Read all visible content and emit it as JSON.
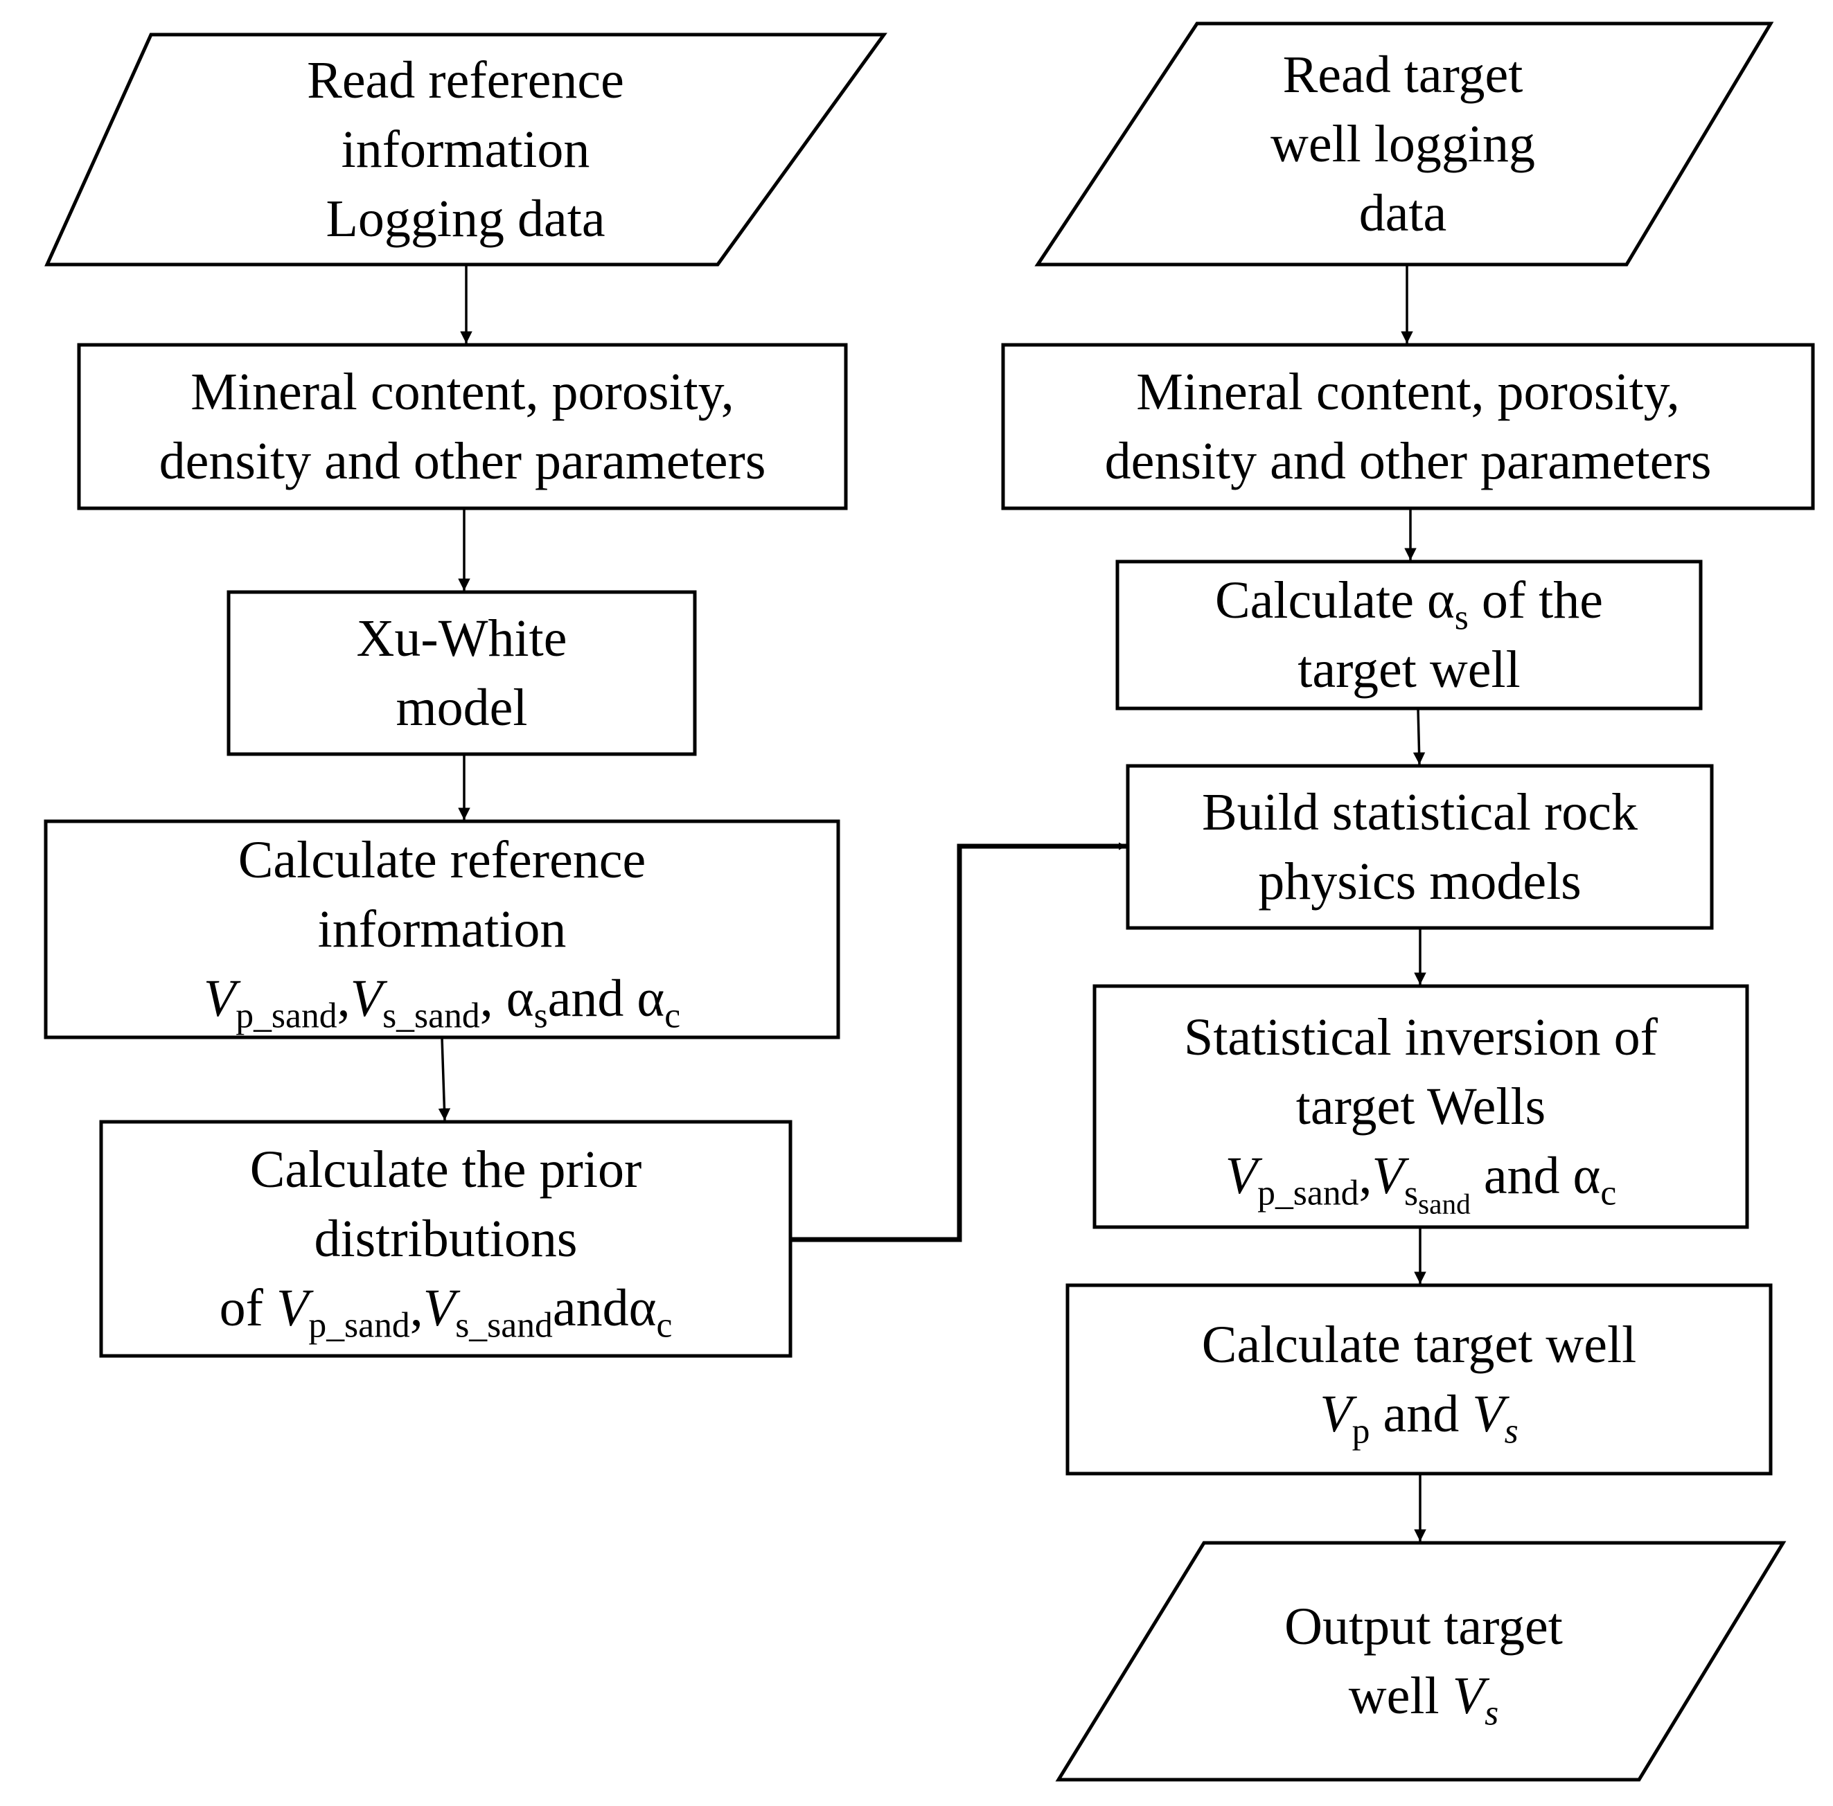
{
  "left_column": {
    "read_reference": {
      "lines": [
        "Read reference",
        "information",
        "Logging data"
      ]
    },
    "mineral_params": {
      "lines": [
        "Mineral content, porosity,",
        "density and other parameters"
      ]
    },
    "xu_white": {
      "lines": [
        "Xu-White",
        "model"
      ]
    },
    "calc_reference": {
      "lines": [
        "Calculate reference",
        "information"
      ],
      "math": {
        "v": "V",
        "p_sand": "p_sand",
        "sep": ",",
        "s_sand": "s_sand",
        "alpha": "α",
        "s": "s",
        "and": "and",
        "c": "c"
      }
    },
    "prior_distributions": {
      "lines": [
        "Calculate the prior",
        "distributions"
      ],
      "math": {
        "of": "of",
        "v": "V",
        "p_sand": "p_sand",
        "sep": ",",
        "s_sand": "s_sand",
        "and": "and",
        "alpha": "α",
        "c": "c"
      }
    }
  },
  "right_column": {
    "read_target": {
      "lines": [
        "Read target",
        "well logging",
        "data"
      ]
    },
    "mineral_params": {
      "lines": [
        "Mineral content, porosity,",
        "density and other parameters"
      ]
    },
    "calc_alpha_s": {
      "pre": "Calculate",
      "alpha": "α",
      "s": "s",
      "post": "of the",
      "line2": "target well"
    },
    "build_models": {
      "lines": [
        "Build statistical rock",
        "physics models"
      ]
    },
    "statistical_inversion": {
      "lines": [
        "Statistical inversion of",
        "target Wells"
      ],
      "math": {
        "v": "V",
        "p_sand": "p_sand",
        "sep": ",",
        "s": "s",
        "sand": "sand",
        "and": "and",
        "alpha": "α",
        "c": "c"
      }
    },
    "calc_target_well": {
      "line1": "Calculate target well",
      "math": {
        "v": "V",
        "p": "p",
        "and": "and",
        "s": "s"
      }
    },
    "output": {
      "line1": "Output target",
      "line2": "well",
      "v": "V",
      "s": "s"
    }
  }
}
